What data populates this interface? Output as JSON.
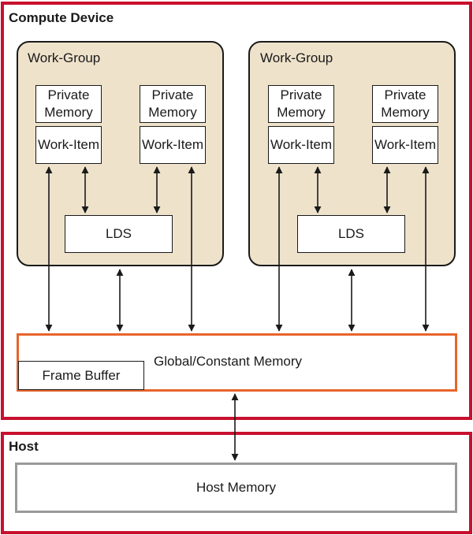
{
  "compute_device": {
    "title": "Compute Device",
    "work_groups": [
      {
        "title": "Work-Group",
        "items": [
          {
            "private_memory": "Private Memory",
            "work_item": "Work-Item"
          },
          {
            "private_memory": "Private Memory",
            "work_item": "Work-Item"
          }
        ],
        "lds": "LDS"
      },
      {
        "title": "Work-Group",
        "items": [
          {
            "private_memory": "Private Memory",
            "work_item": "Work-Item"
          },
          {
            "private_memory": "Private Memory",
            "work_item": "Work-Item"
          }
        ],
        "lds": "LDS"
      }
    ],
    "global_memory": "Global/Constant Memory",
    "frame_buffer": "Frame Buffer"
  },
  "host": {
    "title": "Host",
    "memory": "Host Memory"
  },
  "colors": {
    "compute_border": "#c8102e",
    "workgroup_fill": "#eee2cb",
    "global_border": "#e8642a",
    "host_memory_border": "#9a9a9a"
  }
}
